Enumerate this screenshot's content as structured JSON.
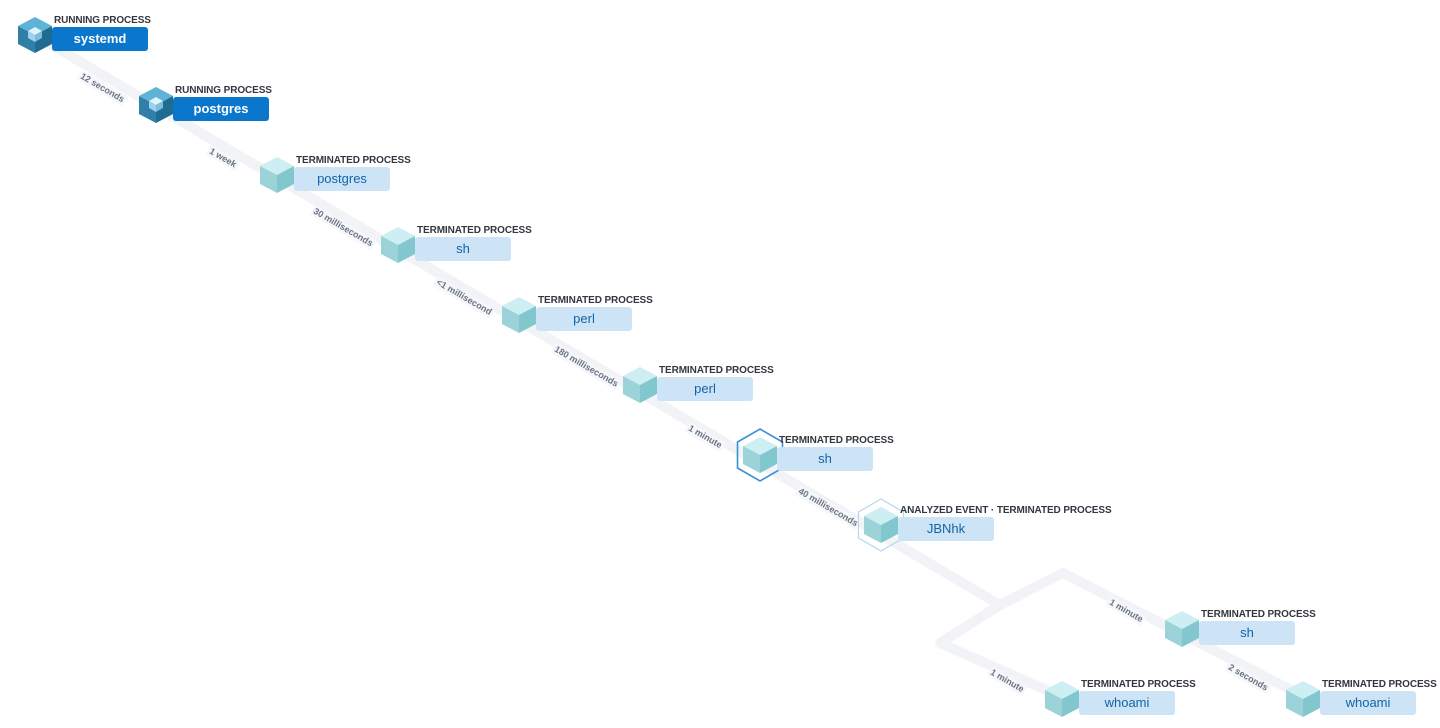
{
  "nodes": [
    {
      "kind": "RUNNING PROCESS",
      "name": "systemd",
      "state": "running"
    },
    {
      "kind": "RUNNING PROCESS",
      "name": "postgres",
      "state": "running"
    },
    {
      "kind": "TERMINATED PROCESS",
      "name": "postgres",
      "state": "terminated"
    },
    {
      "kind": "TERMINATED PROCESS",
      "name": "sh",
      "state": "terminated"
    },
    {
      "kind": "TERMINATED PROCESS",
      "name": "perl",
      "state": "terminated"
    },
    {
      "kind": "TERMINATED PROCESS",
      "name": "perl",
      "state": "terminated"
    },
    {
      "kind": "TERMINATED PROCESS",
      "name": "sh",
      "state": "terminated",
      "selected": true
    },
    {
      "kind": "ANALYZED EVENT · TERMINATED PROCESS",
      "name": "JBNhk",
      "state": "terminated",
      "analyzed": true
    },
    {
      "kind": "TERMINATED PROCESS",
      "name": "sh",
      "state": "terminated"
    },
    {
      "kind": "TERMINATED PROCESS",
      "name": "whoami",
      "state": "terminated"
    },
    {
      "kind": "TERMINATED PROCESS",
      "name": "whoami",
      "state": "terminated"
    }
  ],
  "edges": [
    {
      "label": "12 seconds"
    },
    {
      "label": "1 week"
    },
    {
      "label": "30 milliseconds"
    },
    {
      "label": "<1 millisecond"
    },
    {
      "label": "180 milliseconds"
    },
    {
      "label": "1 minute"
    },
    {
      "label": "40 milliseconds"
    },
    {
      "label": "1 minute"
    },
    {
      "label": "2 seconds"
    },
    {
      "label": "1 minute"
    }
  ],
  "colors": {
    "running_label_bg": "#0b77cc",
    "terminated_label_bg": "#cce4f5",
    "terminated_label_text": "#1463a8",
    "edge_line": "#f1f3f7",
    "selection_ring": "#3b8fd9"
  }
}
